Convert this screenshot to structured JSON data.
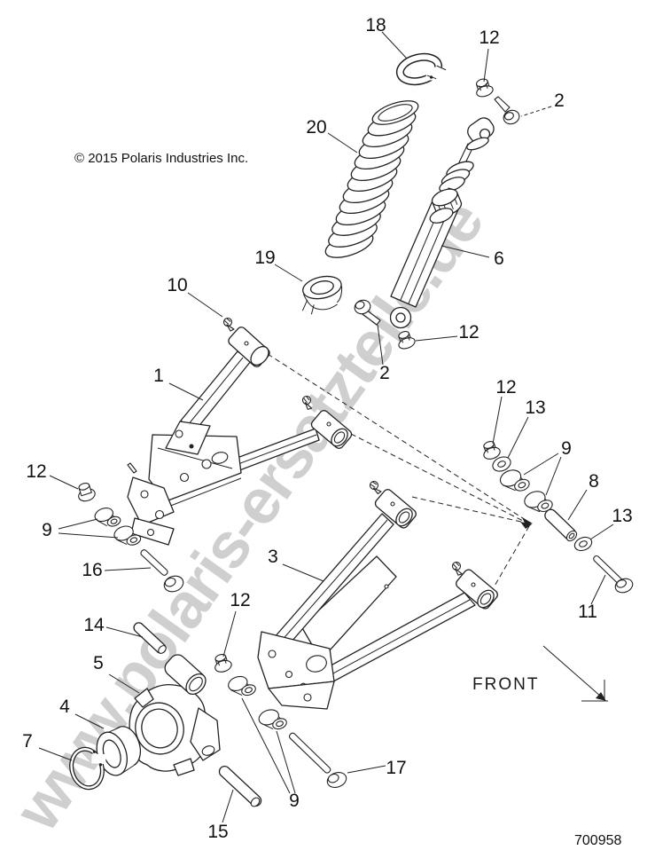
{
  "meta": {
    "copyright": "© 2015 Polaris Industries Inc.",
    "drawing_number": "700958"
  },
  "watermark": {
    "text": "www.polaris-ersatzteile.de"
  },
  "front": {
    "label": "FRONT"
  },
  "callouts": [
    {
      "text": "18"
    },
    {
      "text": "12"
    },
    {
      "text": "2"
    },
    {
      "text": "20"
    },
    {
      "text": "6"
    },
    {
      "text": "19"
    },
    {
      "text": "10"
    },
    {
      "text": "12"
    },
    {
      "text": "2"
    },
    {
      "text": "1"
    },
    {
      "text": "12"
    },
    {
      "text": "13"
    },
    {
      "text": "9"
    },
    {
      "text": "8"
    },
    {
      "text": "13"
    },
    {
      "text": "12"
    },
    {
      "text": "9"
    },
    {
      "text": "16"
    },
    {
      "text": "11"
    },
    {
      "text": "12"
    },
    {
      "text": "3"
    },
    {
      "text": "14"
    },
    {
      "text": "5"
    },
    {
      "text": "4"
    },
    {
      "text": "7"
    },
    {
      "text": "9"
    },
    {
      "text": "17"
    },
    {
      "text": "15"
    }
  ]
}
